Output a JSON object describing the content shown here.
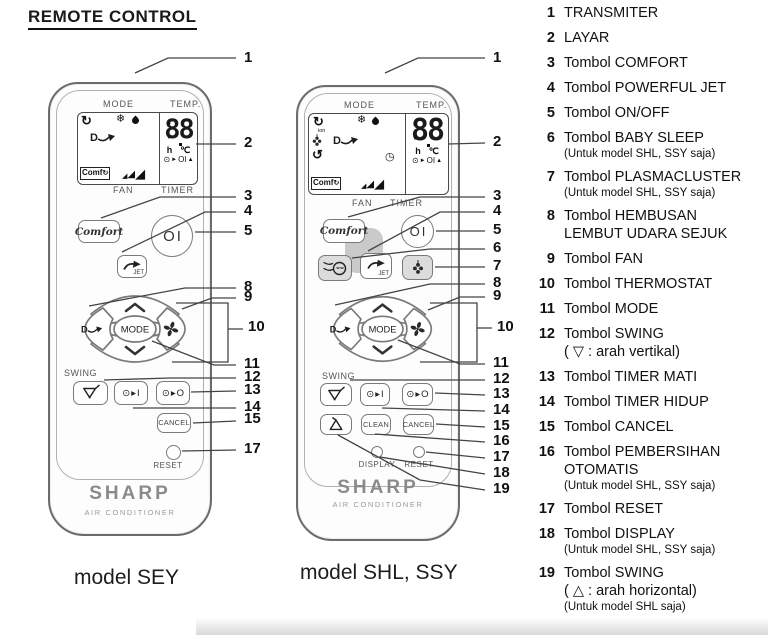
{
  "title": "REMOTE CONTROL",
  "icons": {
    "auto_arrow": "↻",
    "snowflake": "❄",
    "clock": "⊙",
    "play": "►",
    "timer_play": "▸",
    "triangle_up": "▲",
    "triangle_down": "▼",
    "fan_step": "◢",
    "refresh": "↺",
    "ring": "◷"
  },
  "remotes": {
    "sey": {
      "model_label": "model SEY",
      "brand": "SHARP",
      "brand_sub": "AIR CONDITIONER",
      "lcd": {
        "mode": "MODE",
        "temp": "TEMP.",
        "fan": "FAN",
        "timer": "TIMER",
        "digits": "88",
        "hour": "h",
        "celsius": "℃",
        "comf": "Comf",
        "oi": "OI"
      },
      "buttons": {
        "comfort": "Comfort",
        "jet": "JET",
        "onoff": "OI",
        "mode": "MODE",
        "swing_label": "SWING",
        "timer_on": "I",
        "timer_off": "O",
        "cancel": "CANCEL",
        "reset_label": "RESET"
      }
    },
    "shl": {
      "model_label": "model SHL, SSY",
      "brand": "SHARP",
      "brand_sub": "AIR CONDITIONER",
      "lcd": {
        "mode": "MODE",
        "temp": "TEMP.",
        "fan": "FAN",
        "timer": "TIMER",
        "digits": "88",
        "hour": "h",
        "celsius": "℃",
        "comf": "Comf",
        "oi": "OI",
        "ion": "ion"
      },
      "buttons": {
        "comfort": "Comfort",
        "jet": "JET",
        "onoff": "OI",
        "mode": "MODE",
        "swing_label": "SWING",
        "timer_on": "I",
        "timer_off": "O",
        "cancel": "CANCEL",
        "clean": "CLEAN",
        "display_label": "DISPLAY",
        "reset_label": "RESET"
      }
    }
  },
  "legend": {
    "items": [
      {
        "n": "1",
        "lines": [
          "TRANSMITER"
        ]
      },
      {
        "n": "2",
        "lines": [
          "LAYAR"
        ]
      },
      {
        "n": "3",
        "lines": [
          "Tombol COMFORT"
        ]
      },
      {
        "n": "4",
        "lines": [
          "Tombol POWERFUL JET"
        ]
      },
      {
        "n": "5",
        "lines": [
          "Tombol ON/OFF"
        ]
      },
      {
        "n": "6",
        "lines": [
          "Tombol BABY SLEEP"
        ],
        "note": "(Untuk model SHL, SSY saja)"
      },
      {
        "n": "7",
        "lines": [
          "Tombol PLASMACLUSTER"
        ],
        "note": "(Untuk model SHL, SSY saja)"
      },
      {
        "n": "8",
        "lines": [
          "Tombol HEMBUSAN",
          "LEMBUT UDARA SEJUK"
        ]
      },
      {
        "n": "9",
        "lines": [
          "Tombol FAN"
        ]
      },
      {
        "n": "10",
        "lines": [
          "Tombol THERMOSTAT"
        ]
      },
      {
        "n": "11",
        "lines": [
          "Tombol MODE"
        ]
      },
      {
        "n": "12",
        "lines": [
          "Tombol SWING",
          "( ▽ : arah vertikal)"
        ]
      },
      {
        "n": "13",
        "lines": [
          "Tombol TIMER MATI"
        ]
      },
      {
        "n": "14",
        "lines": [
          "Tombol TIMER HIDUP"
        ]
      },
      {
        "n": "15",
        "lines": [
          "Tombol CANCEL"
        ]
      },
      {
        "n": "16",
        "lines": [
          "Tombol PEMBERSIHAN",
          "OTOMATIS"
        ],
        "note": "(Untuk model SHL, SSY saja)"
      },
      {
        "n": "17",
        "lines": [
          "Tombol RESET"
        ]
      },
      {
        "n": "18",
        "lines": [
          "Tombol DISPLAY"
        ],
        "note": "(Untuk model SHL, SSY saja)"
      },
      {
        "n": "19",
        "lines": [
          "Tombol SWING",
          "( △ : arah horizontal)"
        ],
        "note": "(Untuk model SHL saja)"
      }
    ]
  },
  "callouts": {
    "sey": [
      "1",
      "2",
      "3",
      "4",
      "5",
      "8",
      "9",
      "10",
      "11",
      "12",
      "13",
      "14",
      "15",
      "17"
    ],
    "shl": [
      "1",
      "2",
      "3",
      "4",
      "5",
      "6",
      "7",
      "8",
      "9",
      "10",
      "11",
      "12",
      "13",
      "14",
      "15",
      "16",
      "17",
      "18",
      "19"
    ]
  }
}
